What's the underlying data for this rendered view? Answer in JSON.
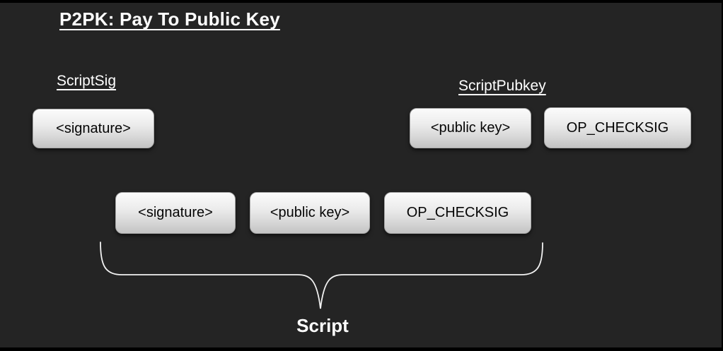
{
  "title": "P2PK: Pay To Public Key",
  "scriptsig": {
    "label": "ScriptSig",
    "items": [
      "<signature>"
    ]
  },
  "scriptpubkey": {
    "label": "ScriptPubkey",
    "items": [
      "<public key>",
      "OP_CHECKSIG"
    ]
  },
  "combined_script": {
    "label": "Script",
    "items": [
      "<signature>",
      "<public key>",
      "OP_CHECKSIG"
    ]
  },
  "colors": {
    "background": "#242424",
    "letterbox": "#000000",
    "heading_text": "#ffffff",
    "box_gradient_top": "#fbfbfb",
    "box_gradient_bottom": "#c3c3c3",
    "box_border": "#a8a8a8",
    "box_text": "#050505",
    "brace_stroke": "#f2f2f2"
  }
}
